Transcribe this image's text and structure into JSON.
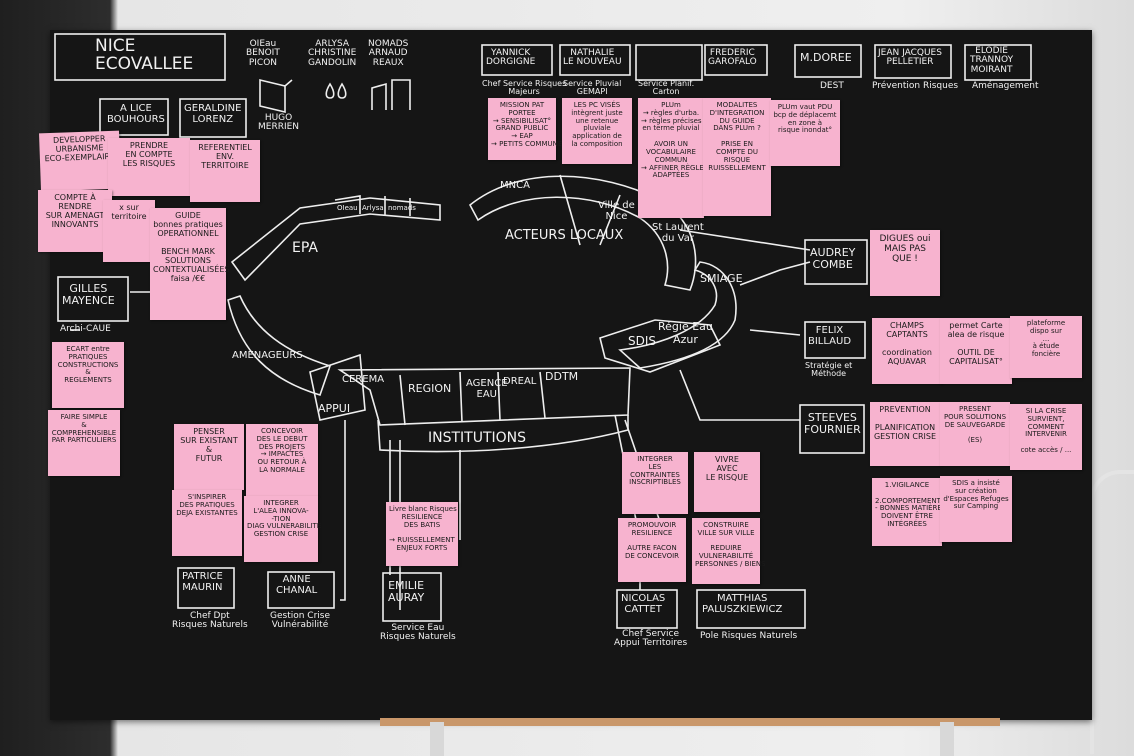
{
  "board": {
    "title": "NICE\nECOVALLEE",
    "people": {
      "oieau": "OIEau\nBENOIT\nPICON",
      "arlysa": "ARLYSA\nCHRISTINE\nGANDOLIN",
      "nomads": "NOMADS\nARNAUD\nREAUX",
      "hugo": "HUGO\nMERRIEN",
      "alice": "A LICE\nBOUHOURS",
      "geraldine": "GERALDINE\nLORENZ",
      "yannick": "YANNICK\nDORGIGNE",
      "yannick_role": "Chef Service Risques\nMajeurs",
      "nathalie": "NATHALIE\nLE NOUVEAU",
      "nathalie_role": "Service Pluvial\nGEMAPI",
      "service_planif": "Service Planif.\nCarton",
      "frederic": "FREDERIC\nGAROFALO",
      "mdoree": "M.DOREE",
      "mdoree_role": "DEST",
      "jeanjacques": "JEAN JACQUES\nPELLETIER",
      "jeanjacques_role": "Prévention Risques",
      "elodie": "ELODIE\nTRANNOY\nMOIRANT",
      "elodie_role": "Aménagement",
      "gilles": "GILLES\nMAYENCE",
      "gilles_role": "Archi-CAUE",
      "audrey": "AUDREY\nCOMBE",
      "felix": "FELIX\nBILLAUD",
      "felix_role": "Stratégie et\nMéthode",
      "steeves": "STEEVES\nFOURNIER",
      "patrice": "PATRICE\nMAURIN",
      "patrice_role": "Chef Dpt\nRisques Naturels",
      "anne": "ANNE\nCHANAL",
      "anne_role": "Gestion Crise\nVulnérabilité",
      "emilie": "EMILIE\nAURAY",
      "emilie_role": "Service Eau\nRisques Naturels",
      "nicolas": "NICOLAS\nCATTET",
      "nicolas_role": "Chef Service\nAppui Territoires",
      "matthias": "MATTHIAS\nPALUSZKIEWICZ",
      "matthias_role": "Pole Risques Naturels"
    },
    "ring": {
      "epa": "EPA",
      "oieau": "OIeau",
      "arlysa": "Arlysa",
      "nomads": "nomads",
      "mnca": "MNCA",
      "ville_nice": "Ville de\nNice",
      "st_laurent": "St Laurent\ndu Var",
      "acteurs_locaux": "ACTEURS LOCAUX",
      "smiage": "SMIAGE",
      "regie_eau": "Régie Eau\nAzur",
      "sdis": "SDIS",
      "amenageurs": "AMENAGEURS",
      "cerema": "CEREMA",
      "region": "REGION",
      "agence_eau": "AGENCE\nEAU",
      "dreal": "DREAL",
      "ddtm": "DDTM",
      "appui": "APPUI",
      "institutions": "INSTITUTIONS"
    },
    "notes": {
      "n1": "DEVELOPPER\nURBANISME\nECO-EXEMPLAIRE",
      "n2": "PRENDRE\nEN COMPTE\nLES RISQUES",
      "n3": "REFERENTIEL\nENV.\nTERRITOIRE",
      "n4": "COMPTE À\nRENDRE\nSUR AMENAGT\nINNOVANTS",
      "n5": "x sur\nterritoire",
      "n6": "GUIDE\nbonnes pratiques\nOPERATIONNEL\n\nBENCH MARK\nSOLUTIONS\nCONTEXTUALISÉES\nfaisa /€€",
      "n7": "MISSION PAT\nPORTEE\n→ SENSIBILISAT°\nGRAND PUBLIC\n→ EAP\n→ PETITS COMMUNES",
      "n8": "LES PC VISÉS\nintègrent juste\nune retenue\npluviale\napplication de\nla composition",
      "n9": "PLUm\n→ règles d'urba.\n→ règles précises\nen terme pluvial\n\nAVOIR UN\nVOCABULAIRE\nCOMMUN\n→ AFFINER RÈGLES\nADAPTÉES",
      "n10": "MODALITES\nD'INTEGRATION\nDU GUIDE\nDANS PLUm ?\n\nPRISE EN\nCOMPTE DU\nRISQUE\nRUISSELLEMENT",
      "n11": "PLUm vaut PDU\nbcp de déplacemt\nen zone à\nrisque inondat°",
      "n12": "DIGUES oui\nMAIS PAS\nQUE !",
      "n13": "CHAMPS\nCAPTANTS\n\ncoordination\nAQUAVAR",
      "n14": "permet Carte\nalea de risque\n\nOUTIL DE\nCAPITALISAT°",
      "n15": "plateforme\ndispo sur\n...\nà étude\nfoncière",
      "n16": "ECART entre\nPRATIQUES\nCONSTRUCTIONS\n&\nREGLEMENTS",
      "n17": "FAIRE SIMPLE\n&\nCOMPREHENSIBLE\nPAR PARTICULIERS",
      "n18": "PENSER\nSUR EXISTANT\n&\nFUTUR",
      "n19": "CONCEVOIR\nDES LE DEBUT\nDES PROJETS\n→ IMPACTES\nOU RETOUR À\nLA NORMALE",
      "n20": "S'INSPIRER\nDES PRATIQUES\nDEJA EXISTANTES",
      "n21": "INTEGRER\nL'ALEA INNOVA-\n-TION\nDIAG VULNERABILITÉ\nGESTION CRISE",
      "n22": "Livre blanc Risques\nRESILIENCE\nDES BATIS\n\n→ RUISSELLEMENT\nENJEUX FORTS",
      "n23": "INTEGRER\nLES\nCONTRAINTES\nINSCRIPTIBLES",
      "n24": "VIVRE\nAVEC\nLE RISQUE",
      "n25": "PROMOUVOIR\nRESILIENCE\n\nAUTRE FACON\nDE CONCEVOIR",
      "n26": "CONSTRUIRE\nVILLE SUR VILLE\n\nREDUIRE\nVULNERABILITÉ\nPERSONNES / BIENS",
      "n27": "PREVENTION\n\nPLANIFICATION\nGESTION CRISE",
      "n28": "PRESENT\nPOUR SOLUTIONS\nDE SAUVEGARDE\n\n(ES)",
      "n29": "SI LA CRISE\nSURVIENT,\nCOMMENT\nINTERVENIR\n\ncote accès / ...",
      "n30": "1.VIGILANCE\n\n2.COMPORTEMENT\n- BONNES MATIÈRES\nDOIVENT ÊTRE\nINTÉGRÉES",
      "n31": "SDIS a insisté\nsur création\nd'Espaces Refuges\nsur Camping"
    }
  },
  "colors": {
    "board": "#151515",
    "chalk": "#f1f1f1",
    "sticky": "#f7b3cf"
  }
}
